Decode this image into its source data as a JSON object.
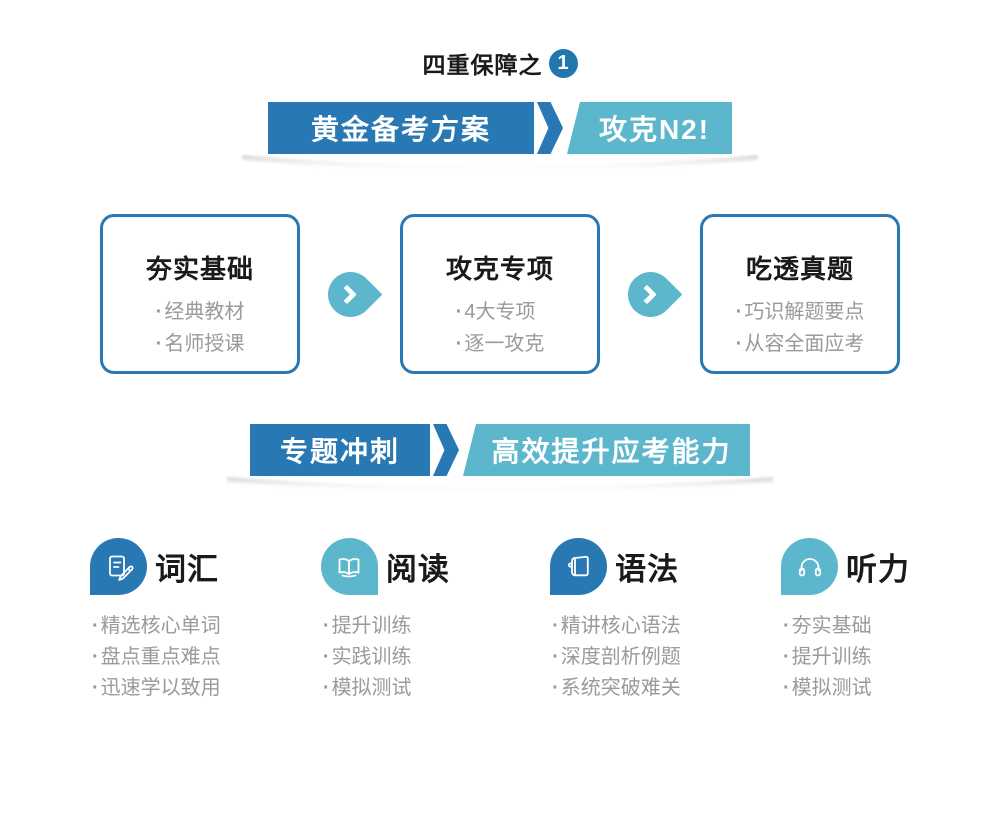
{
  "header": {
    "title": "四重保障之",
    "badge": "1"
  },
  "banner1": {
    "left": "黄金备考方案",
    "right": "攻克N2!"
  },
  "cards": [
    {
      "title": "夯实基础",
      "items": [
        "经典教材",
        "名师授课"
      ]
    },
    {
      "title": "攻克专项",
      "items": [
        "4大专项",
        "逐一攻克"
      ]
    },
    {
      "title": "吃透真题",
      "items": [
        "巧识解题要点",
        "从容全面应考"
      ]
    }
  ],
  "banner2": {
    "left": "专题冲刺",
    "right": "高效提升应考能力"
  },
  "features": [
    {
      "title": "词汇",
      "icon": "pencil-document-icon",
      "items": [
        "精选核心单词",
        "盘点重点难点",
        "迅速学以致用"
      ]
    },
    {
      "title": "阅读",
      "icon": "open-book-icon",
      "items": [
        "提升训练",
        "实践训练",
        "模拟测试"
      ]
    },
    {
      "title": "语法",
      "icon": "notebook-icon",
      "items": [
        "精讲核心语法",
        "深度剖析例题",
        "系统突破难关"
      ]
    },
    {
      "title": "听力",
      "icon": "headphones-icon",
      "items": [
        "夯实基础",
        "提升训练",
        "模拟测试"
      ]
    }
  ],
  "colors": {
    "primary": "#2878b4",
    "accent": "#5cb7cc",
    "text": "#1a1a1a",
    "muted": "#9a9a9a"
  }
}
